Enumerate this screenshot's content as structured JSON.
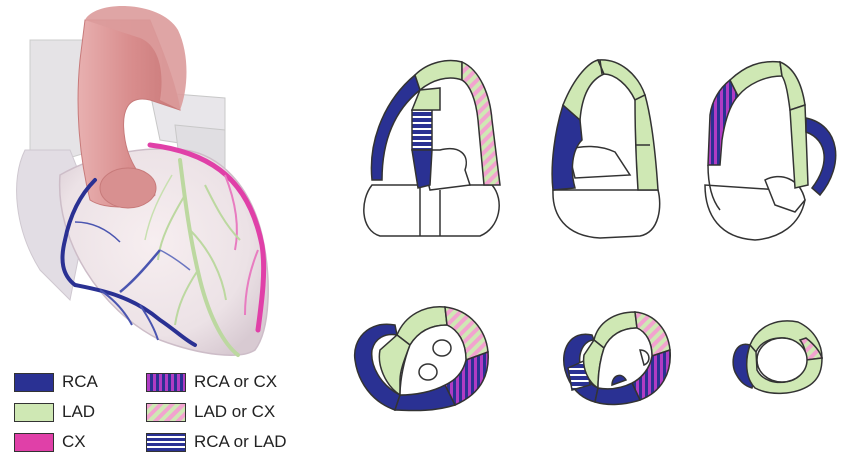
{
  "colors": {
    "rca": "#2a3193",
    "lad": "#cfe8b4",
    "cx": "#e040a8",
    "rca_or_cx_stripe": "#b03cc4",
    "lad_or_cx_stripe": "#f2a3cf",
    "rca_or_lad_stripe": "#ffffff",
    "outline": "#333333"
  },
  "legend": {
    "rca": "RCA",
    "lad": "LAD",
    "cx": "CX",
    "rca_or_cx": "RCA or CX",
    "lad_or_cx": "LAD or CX",
    "rca_or_lad": "RCA or LAD"
  }
}
